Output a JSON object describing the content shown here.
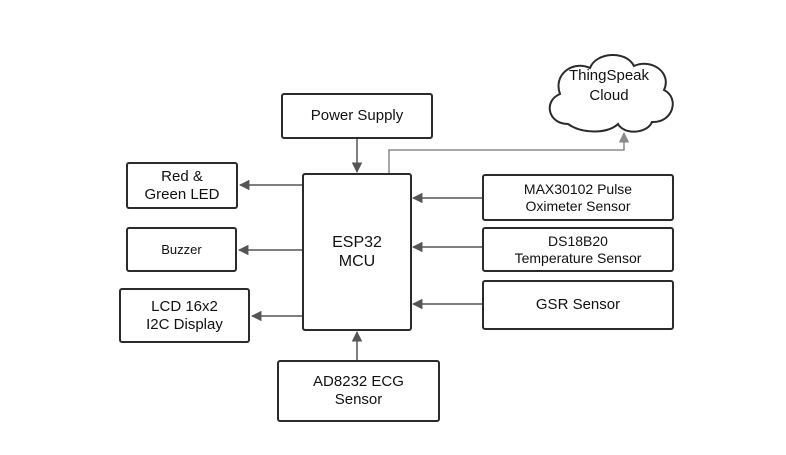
{
  "diagram": {
    "cloud": {
      "line1": "ThingSpeak",
      "line2": "Cloud"
    },
    "power_supply": {
      "label": "Power Supply"
    },
    "mcu": {
      "line1": "ESP32",
      "line2": "MCU"
    },
    "outputs": {
      "led": {
        "line1": "Red &",
        "line2": "Green LED"
      },
      "buzzer": {
        "label": "Buzzer"
      },
      "lcd": {
        "line1": "LCD 16x2",
        "line2": "I2C Display"
      }
    },
    "inputs": {
      "max30102": {
        "line1": "MAX30102 Pulse",
        "line2": "Oximeter Sensor"
      },
      "ds18b20": {
        "line1": "DS18B20",
        "line2": "Temperature Sensor"
      },
      "gsr": {
        "label": "GSR Sensor"
      },
      "ecg": {
        "line1": "AD8232 ECG",
        "line2": "Sensor"
      }
    },
    "colors": {
      "box_border": "#2b2b2b",
      "arrow": "#555555",
      "cloud_link": "#8a8a8a"
    }
  }
}
